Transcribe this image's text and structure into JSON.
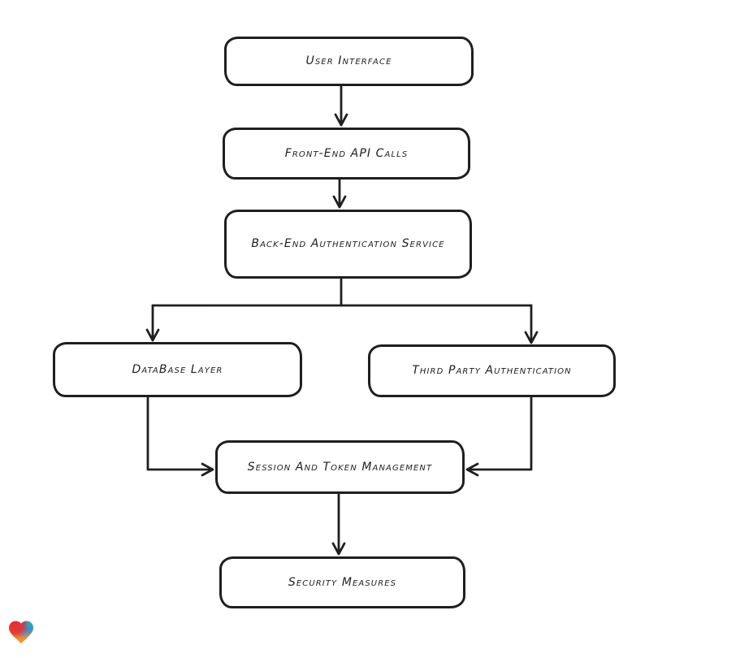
{
  "diagram": {
    "background": "#ffffff",
    "stroke_color": "#1f1f1f",
    "nodes": [
      {
        "id": "user-interface",
        "label": "User Interface"
      },
      {
        "id": "front-end-api-calls",
        "label": "Front-End API Calls"
      },
      {
        "id": "back-end-authentication-service",
        "label": "Back-End Authentication Service"
      },
      {
        "id": "database-layer",
        "label": "DataBase Layer"
      },
      {
        "id": "third-party-authentication",
        "label": "Third Party Authentication"
      },
      {
        "id": "session-and-token-management",
        "label": "Session And Token Management"
      },
      {
        "id": "security-measures",
        "label": "Security Measures"
      }
    ],
    "edges": [
      {
        "from": "user-interface",
        "to": "front-end-api-calls"
      },
      {
        "from": "front-end-api-calls",
        "to": "back-end-authentication-service"
      },
      {
        "from": "back-end-authentication-service",
        "to": "database-layer"
      },
      {
        "from": "back-end-authentication-service",
        "to": "third-party-authentication"
      },
      {
        "from": "database-layer",
        "to": "session-and-token-management"
      },
      {
        "from": "third-party-authentication",
        "to": "session-and-token-management"
      },
      {
        "from": "session-and-token-management",
        "to": "security-measures"
      }
    ]
  },
  "branding": {
    "logo_icon": "heart-icon",
    "logo_colors": {
      "red": "#e62e2e",
      "blue": "#2196d6",
      "teal": "#20b0c9",
      "purple": "#8a5cf0",
      "orange": "#f6991c"
    }
  }
}
